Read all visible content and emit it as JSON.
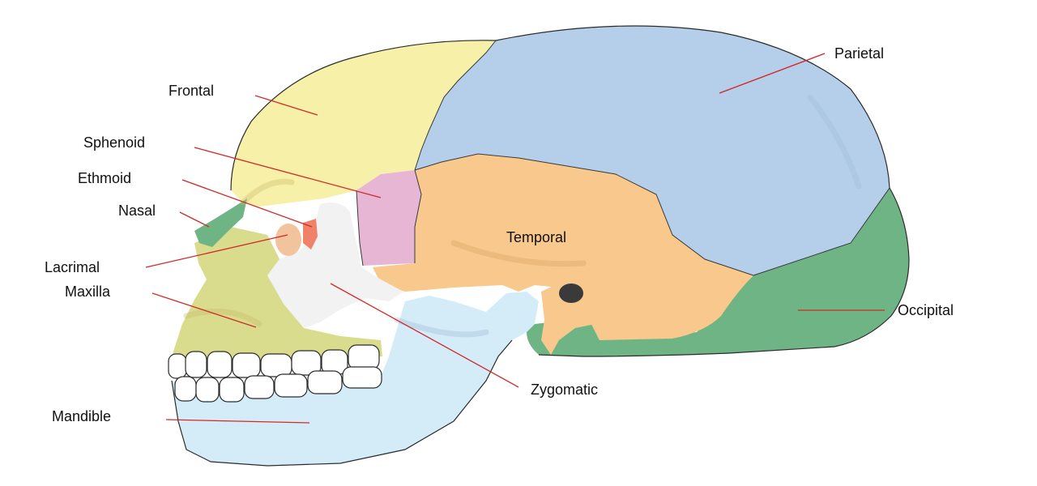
{
  "colors": {
    "parietal": "#b5cfea",
    "frontal": "#f6f0a8",
    "temporal": "#f8c88c",
    "occipital": "#6eb484",
    "sphenoid": "#e7b6d4",
    "zygomatic": "#f2f2f2",
    "maxilla": "#d8dc8c",
    "mandible": "#d4ecf8",
    "nasal": "#6eb484",
    "lacrimal": "#f2c49e",
    "ethmoid": "#f0826a",
    "leader_line": "#d12a2a",
    "teeth": "#ffffff"
  },
  "labels": {
    "parietal": "Parietal",
    "frontal": "Frontal",
    "sphenoid": "Sphenoid",
    "ethmoid": "Ethmoid",
    "nasal": "Nasal",
    "lacrimal": "Lacrimal",
    "maxilla": "Maxilla",
    "temporal": "Temporal",
    "occipital": "Occipital",
    "zygomatic": "Zygomatic",
    "mandible": "Mandible"
  }
}
